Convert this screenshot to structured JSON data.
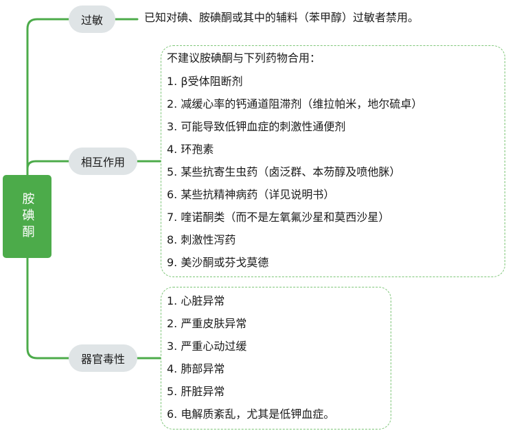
{
  "root": {
    "label": "胺碘酮"
  },
  "branches": {
    "allergy": {
      "label": "过敏",
      "text": "已知对碘、胺碘酮或其中的辅料（苯甲醇）过敏者禁用。"
    },
    "interaction": {
      "label": "相互作用",
      "lines": [
        "不建议胺碘酮与下列药物合用：",
        "1. β受体阻断剂",
        "2. 减缓心率的钙通道阻滞剂（维拉帕米，地尔硫卓）",
        "3. 可能导致低钾血症的刺激性通便剂",
        "4. 环孢素",
        "5. 某些抗寄生虫药（卤泛群、本芴醇及喷他脒）",
        "6. 某些抗精神病药（详见说明书）",
        "7. 喹诺酮类（而不是左氧氟沙星和莫西沙星）",
        "8. 刺激性泻药",
        "9. 美沙酮或芬戈莫德"
      ]
    },
    "toxicity": {
      "label": "器官毒性",
      "lines": [
        "1. 心脏异常",
        "2. 严重皮肤异常",
        "3. 严重心动过缓",
        "4. 肺部异常",
        "5. 肝脏异常",
        "6. 电解质紊乱，尤其是低钾血症。"
      ]
    }
  },
  "colors": {
    "connector": "#4cab4a",
    "root_fill": "#4cab4a",
    "pill_fill": "#dfe4e6",
    "box_border": "#7cc576"
  }
}
